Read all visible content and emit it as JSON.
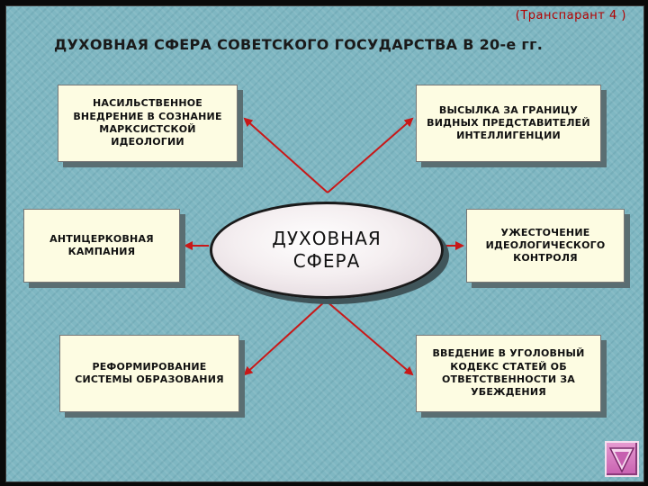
{
  "subtitle": "(Транспарант 4 )",
  "title": "ДУХОВНАЯ СФЕРА СОВЕТСКОГО ГОСУДАРСТВА В 20-е гг.",
  "center": "ДУХОВНАЯ\nСФЕРА",
  "boxes": {
    "top_left": "НАСИЛЬСТВЕННОЕ\nВНЕДРЕНИЕ В СОЗНАНИЕ\nМАРКСИСТСКОЙ\nИДЕОЛОГИИ",
    "top_right": "ВЫСЫЛКА ЗА ГРАНИЦУ\nВИДНЫХ ПРЕДСТАВИТЕЛЕЙ\nИНТЕЛЛИГЕНЦИИ",
    "mid_left": "АНТИЦЕРКОВНАЯ\nКАМПАНИЯ",
    "mid_right": "УЖЕСТОЧЕНИЕ\nИДЕОЛОГИЧЕСКОГО\nКОНТРОЛЯ",
    "bottom_left": "РЕФОРМИРОВАНИЕ\nСИСТЕМЫ ОБРАЗОВАНИЯ",
    "bottom_right": "ВВЕДЕНИЕ В УГОЛОВНЫЙ\nКОДЕКС СТАТЕЙ ОБ\nОТВЕТСТВЕННОСТИ ЗА\nУБЕЖДЕНИЯ"
  },
  "colors": {
    "background": "#7fb7c2",
    "box_fill": "#fdfce2",
    "arrow": "#c81818",
    "subtitle": "#b30000",
    "nav_button": "#d878c0"
  },
  "icons": {
    "nav": "down-triangle-icon"
  }
}
